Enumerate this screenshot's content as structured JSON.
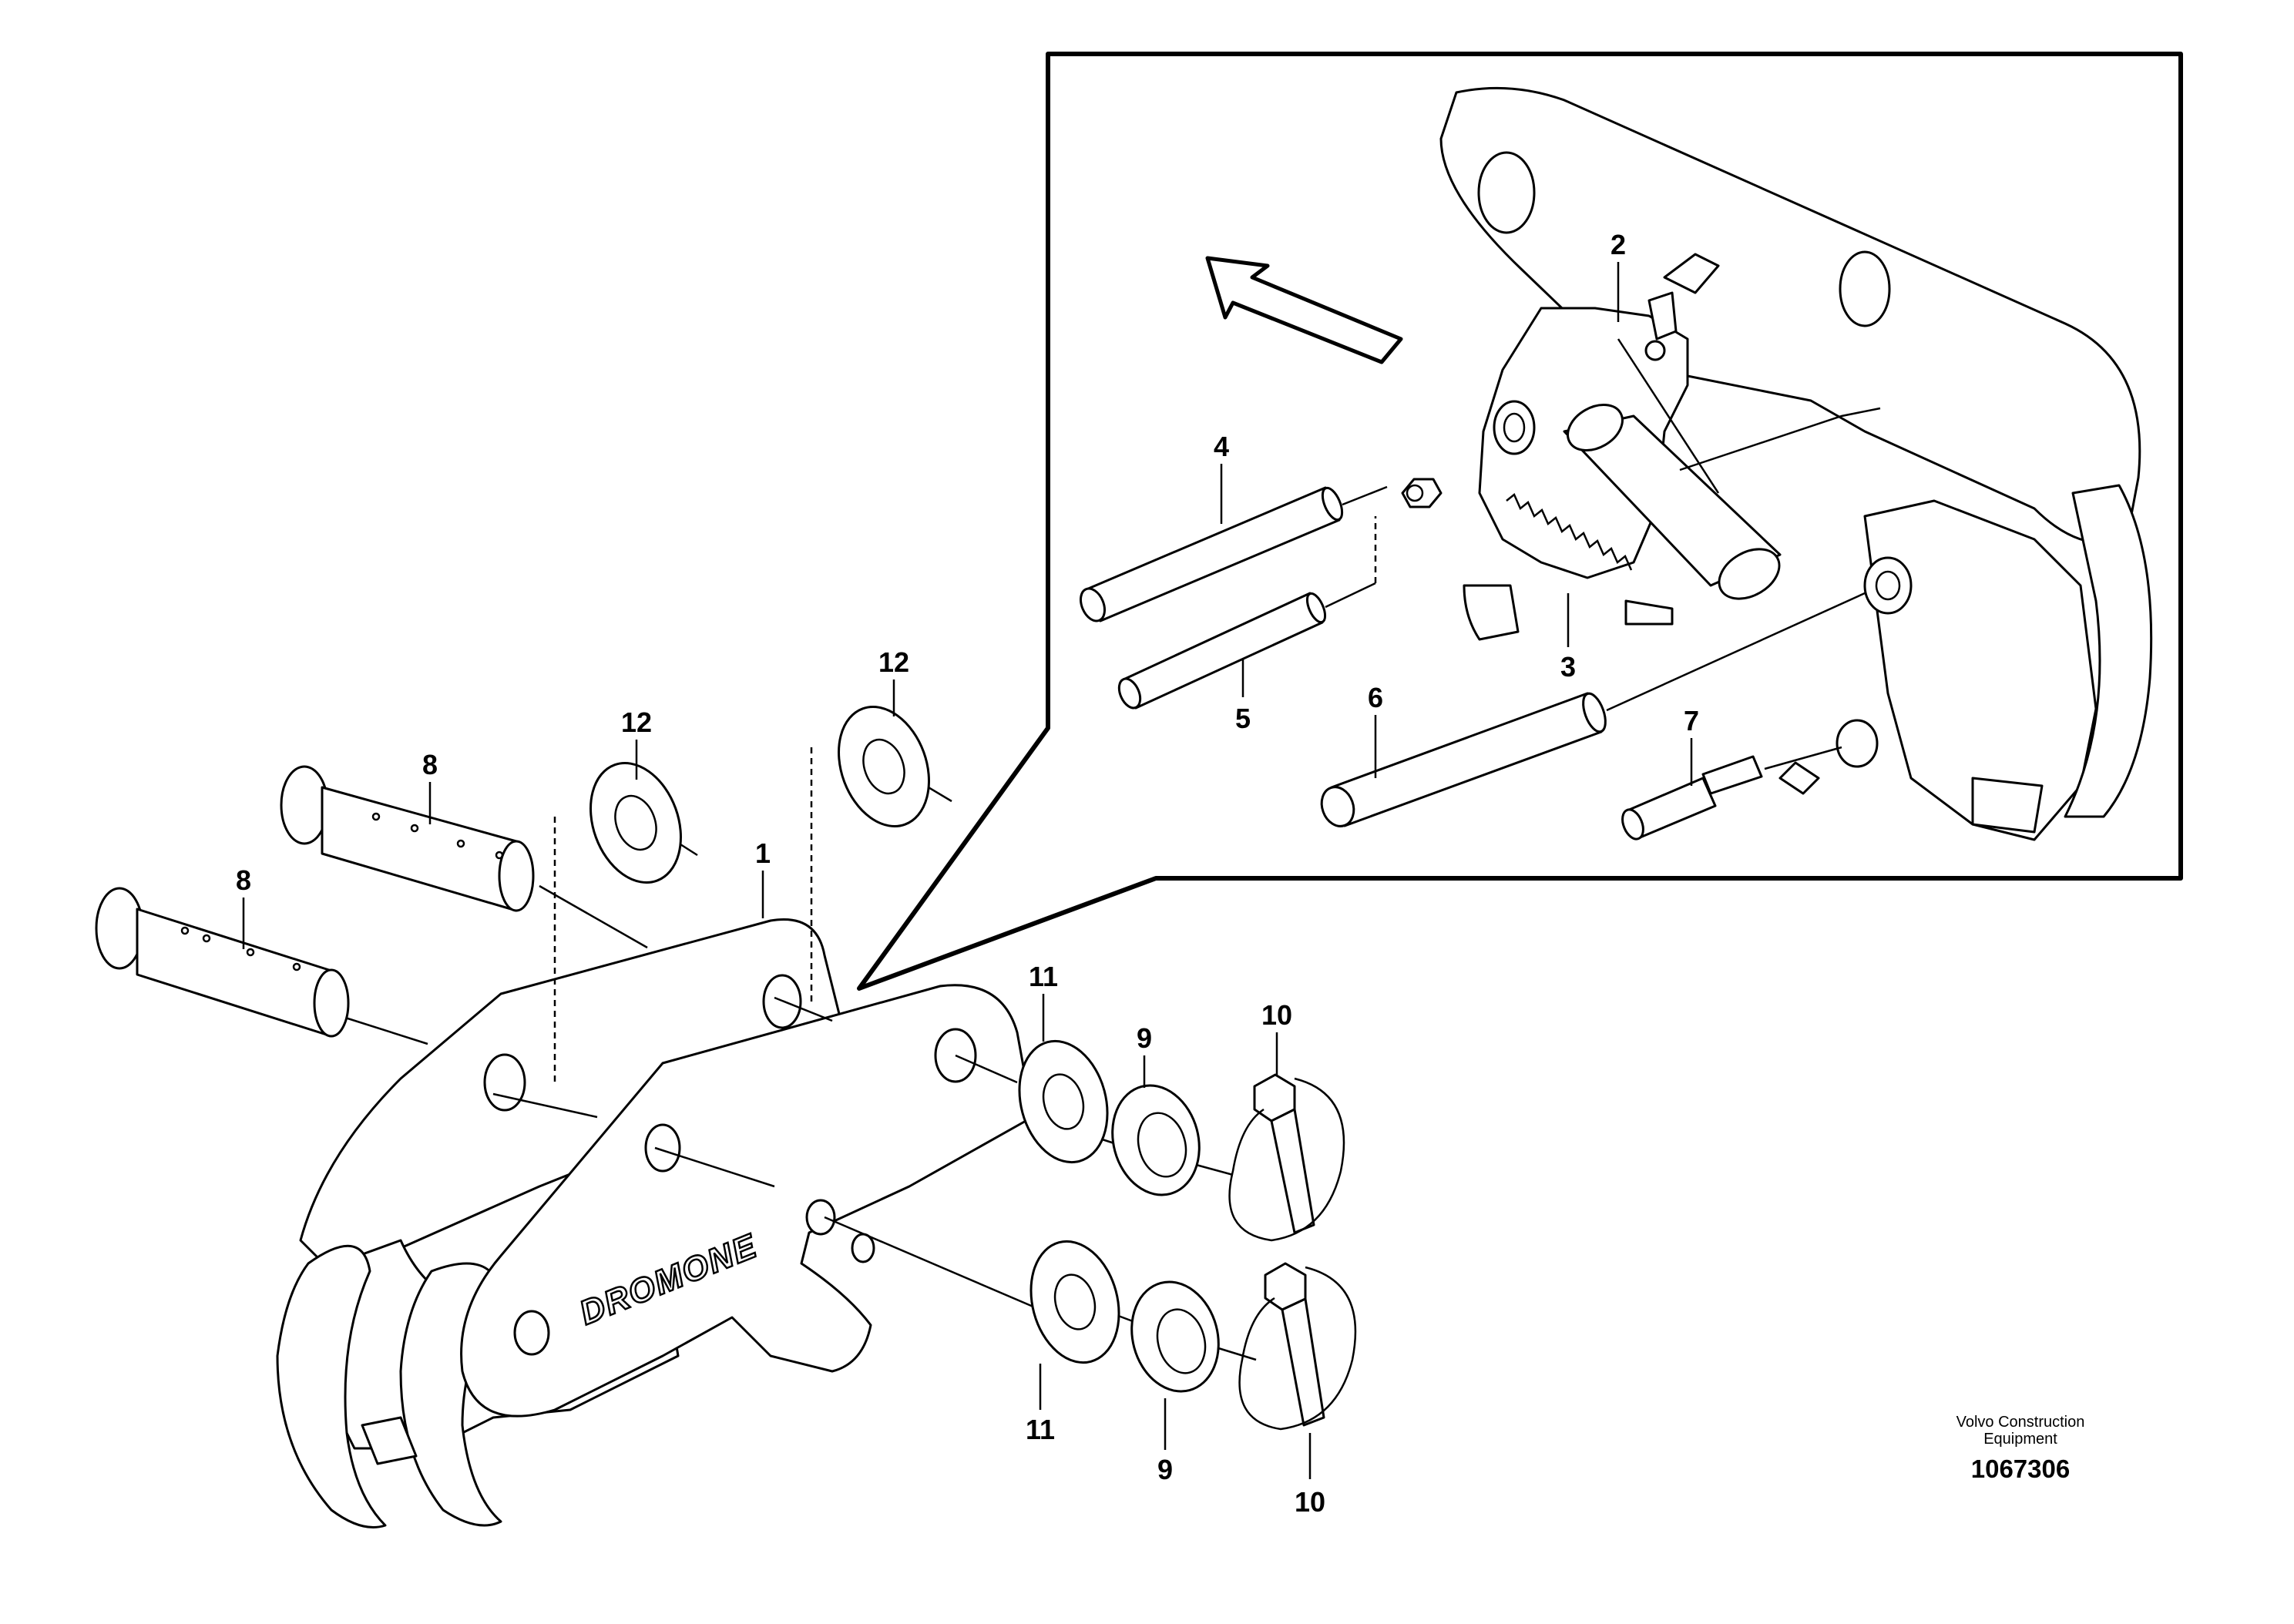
{
  "diagram": {
    "inset_arrow": "arrow-up-left-icon",
    "main_labels": {
      "l1": "1",
      "l8a": "8",
      "l8b": "8",
      "l9a": "9",
      "l9b": "9",
      "l10a": "10",
      "l10b": "10",
      "l11a": "11",
      "l11b": "11",
      "l12a": "12",
      "l12b": "12"
    },
    "inset_labels": {
      "l2": "2",
      "l3": "3",
      "l4": "4",
      "l5": "5",
      "l6": "6",
      "l7": "7"
    },
    "logo_text": "DROMONE",
    "footer": {
      "brand_line1": "Volvo Construction",
      "brand_line2": "Equipment",
      "part_number": "1067306"
    }
  }
}
